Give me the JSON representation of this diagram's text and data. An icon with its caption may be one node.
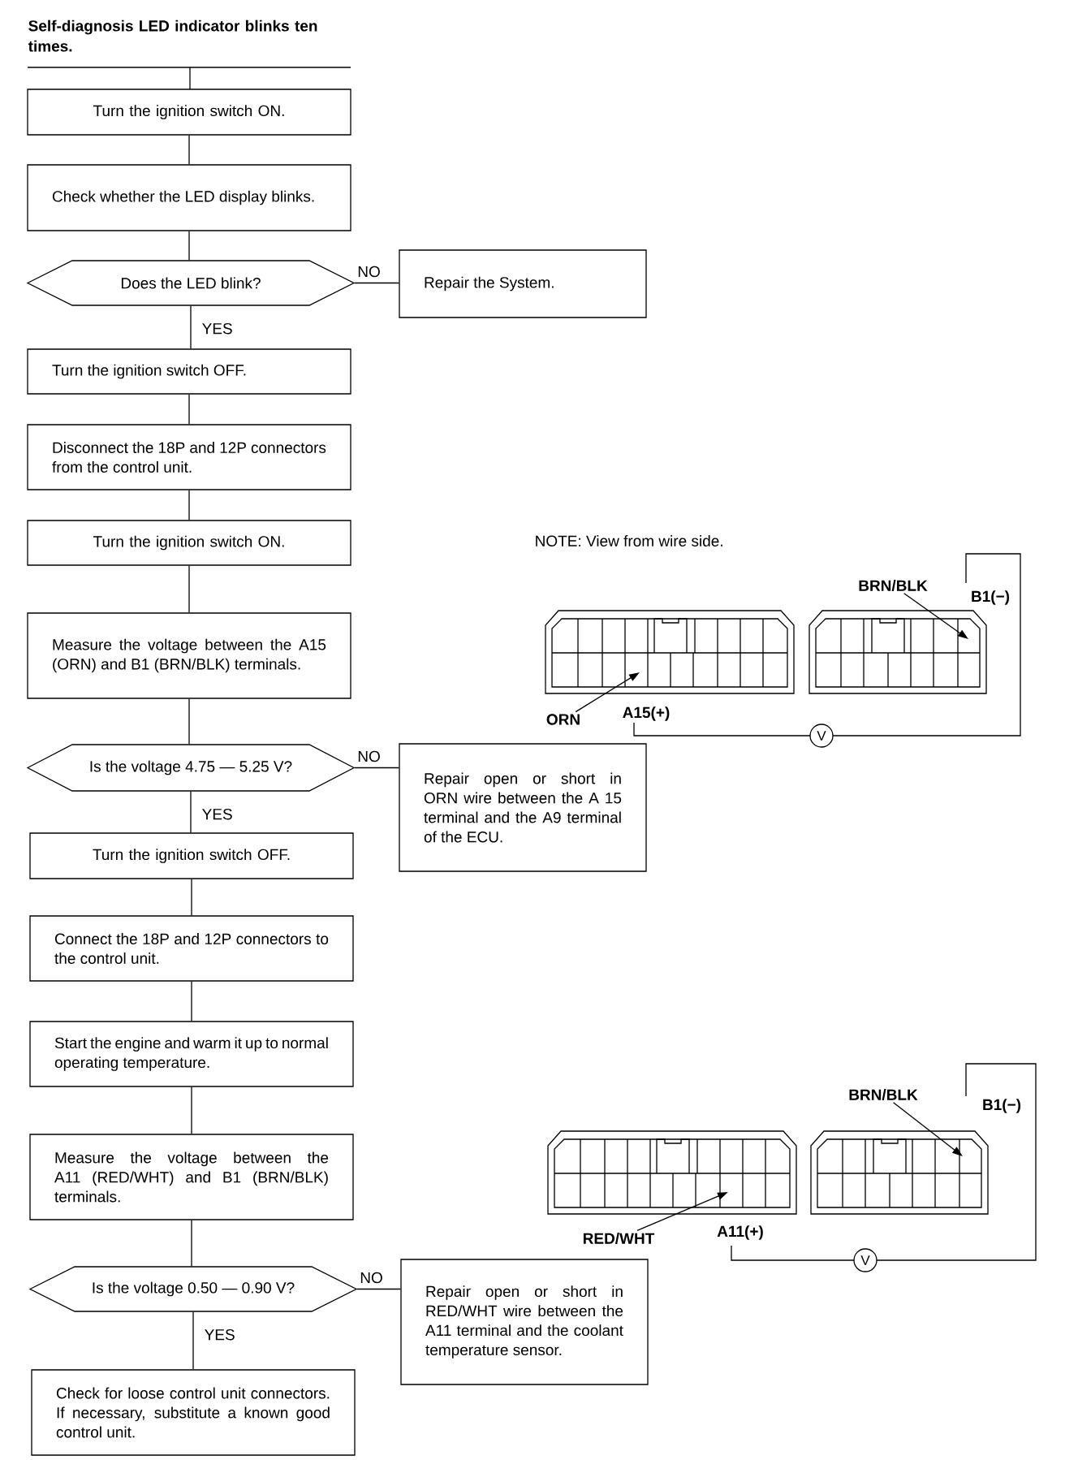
{
  "diagram": {
    "title": "Self-diagnosis LED indicator blinks ten times.",
    "nodes": [
      {
        "text": [
          "Turn the ignition switch ON."
        ]
      },
      {
        "text": [
          "Check whether the LED display blinks."
        ]
      },
      {
        "text": [
          "Does the LED blink?"
        ]
      },
      {
        "text": [
          "Repair the System."
        ]
      },
      {
        "text": [
          "Turn the ignition switch OFF."
        ]
      },
      {
        "text": [
          "Disconnect the 18P and 12P connectors from the control unit."
        ]
      },
      {
        "text": [
          "Turn the ignition switch ON."
        ]
      },
      {
        "text": [
          "Measure the voltage between the A15 (ORN) and B1 (BRN/BLK) terminals."
        ]
      },
      {
        "text": [
          "Is the voltage 4.75 — 5.25 V?"
        ]
      },
      {
        "text": [
          "Repair open or short in ORN wire between the A 15 terminal and the A9 terminal of the ECU."
        ]
      },
      {
        "text": [
          "Turn the ignition switch OFF."
        ]
      },
      {
        "text": [
          "Connect the 18P and 12P connectors to the control unit."
        ]
      },
      {
        "text": [
          "Start the engine and warm it up to normal operating temperature."
        ]
      },
      {
        "text": [
          "Measure the voltage between the A11 (RED/WHT) and B1 (BRN/BLK) terminals."
        ]
      },
      {
        "text": [
          "Is the voltage 0.50 — 0.90 V?"
        ]
      },
      {
        "text": [
          "Repair open or short in RED/WHT wire between the A11 terminal and the coolant temperature sensor."
        ]
      },
      {
        "text": [
          "Check for loose control unit connectors. If necessary, substitute a known good control unit."
        ]
      },
      {
        "text": [
          "BRN/BLK"
        ]
      },
      {
        "text": [
          "ORN"
        ]
      },
      {
        "text": [
          "BRN/BLK"
        ]
      },
      {
        "text": [
          "RED/WHT"
        ]
      }
    ],
    "edges": [
      {
        "from": 0,
        "to": 1,
        "arrow": "none"
      },
      {
        "from": 1,
        "to": 2,
        "arrow": "none"
      },
      {
        "from": 2,
        "to": 3,
        "arrow": "none",
        "label": "NO"
      },
      {
        "from": 2,
        "to": 4,
        "arrow": "none",
        "label": "YES"
      },
      {
        "from": 4,
        "to": 5,
        "arrow": "none"
      },
      {
        "from": 5,
        "to": 6,
        "arrow": "none"
      },
      {
        "from": 6,
        "to": 7,
        "arrow": "none"
      },
      {
        "from": 7,
        "to": 8,
        "arrow": "none"
      },
      {
        "from": 8,
        "to": 9,
        "arrow": "none",
        "label": "NO"
      },
      {
        "from": 8,
        "to": 10,
        "arrow": "none",
        "label": "YES"
      },
      {
        "from": 10,
        "to": 11,
        "arrow": "none"
      },
      {
        "from": 11,
        "to": 12,
        "arrow": "none"
      },
      {
        "from": 12,
        "to": 13,
        "arrow": "none"
      },
      {
        "from": 13,
        "to": 14,
        "arrow": "none"
      },
      {
        "from": 14,
        "to": 15,
        "arrow": "none",
        "label": "NO"
      },
      {
        "from": 14,
        "to": 16,
        "arrow": "none",
        "label": "YES"
      },
      {
        "from": 17,
        "to": null,
        "arrow": "to"
      },
      {
        "from": 18,
        "to": null,
        "arrow": "to"
      },
      {
        "from": 19,
        "to": null,
        "arrow": "to"
      },
      {
        "from": 20,
        "to": null,
        "arrow": "to"
      }
    ],
    "labels": [
      "NOTE: View from wire side.",
      "B1(−)",
      "A15(+)",
      "V",
      "B1(−)",
      "A11(+)",
      "V"
    ]
  }
}
